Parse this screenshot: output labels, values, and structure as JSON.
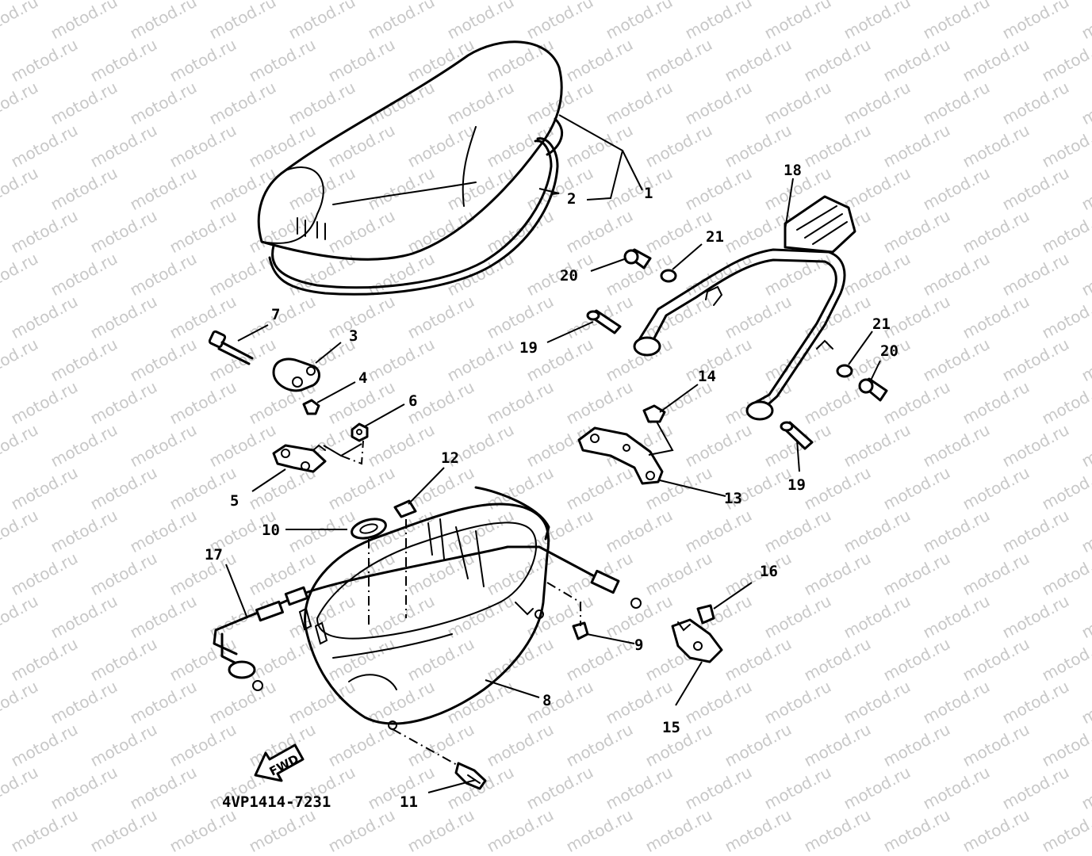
{
  "watermark": "motod.ru",
  "diagram_code": "4VP1414-7231",
  "fwd_label": "FWD",
  "callouts": {
    "c1": "1",
    "c2": "2",
    "c3": "3",
    "c4": "4",
    "c5": "5",
    "c6": "6",
    "c7": "7",
    "c8": "8",
    "c9": "9",
    "c10": "10",
    "c11": "11",
    "c12": "12",
    "c13": "13",
    "c14": "14",
    "c15": "15",
    "c16": "16",
    "c17": "17",
    "c18": "18",
    "c19a": "19",
    "c19b": "19",
    "c20a": "20",
    "c20b": "20",
    "c21a": "21",
    "c21b": "21"
  }
}
